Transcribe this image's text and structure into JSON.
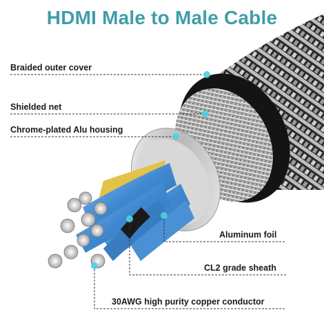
{
  "title": "HDMI Male to Male Cable",
  "labels": {
    "braided": "Braided outer cover",
    "shielded": "Shielded net",
    "chrome": "Chrome-plated Alu housing",
    "foil": "Aluminum foil",
    "sheath": "CL2 grade sheath",
    "conductor": "30AWG high purity copper conductor"
  },
  "colors": {
    "title": "#3f9ea9",
    "marker": "#4fd0e0",
    "foil": "#5a9fd8",
    "braid": "#2c2c2c"
  }
}
